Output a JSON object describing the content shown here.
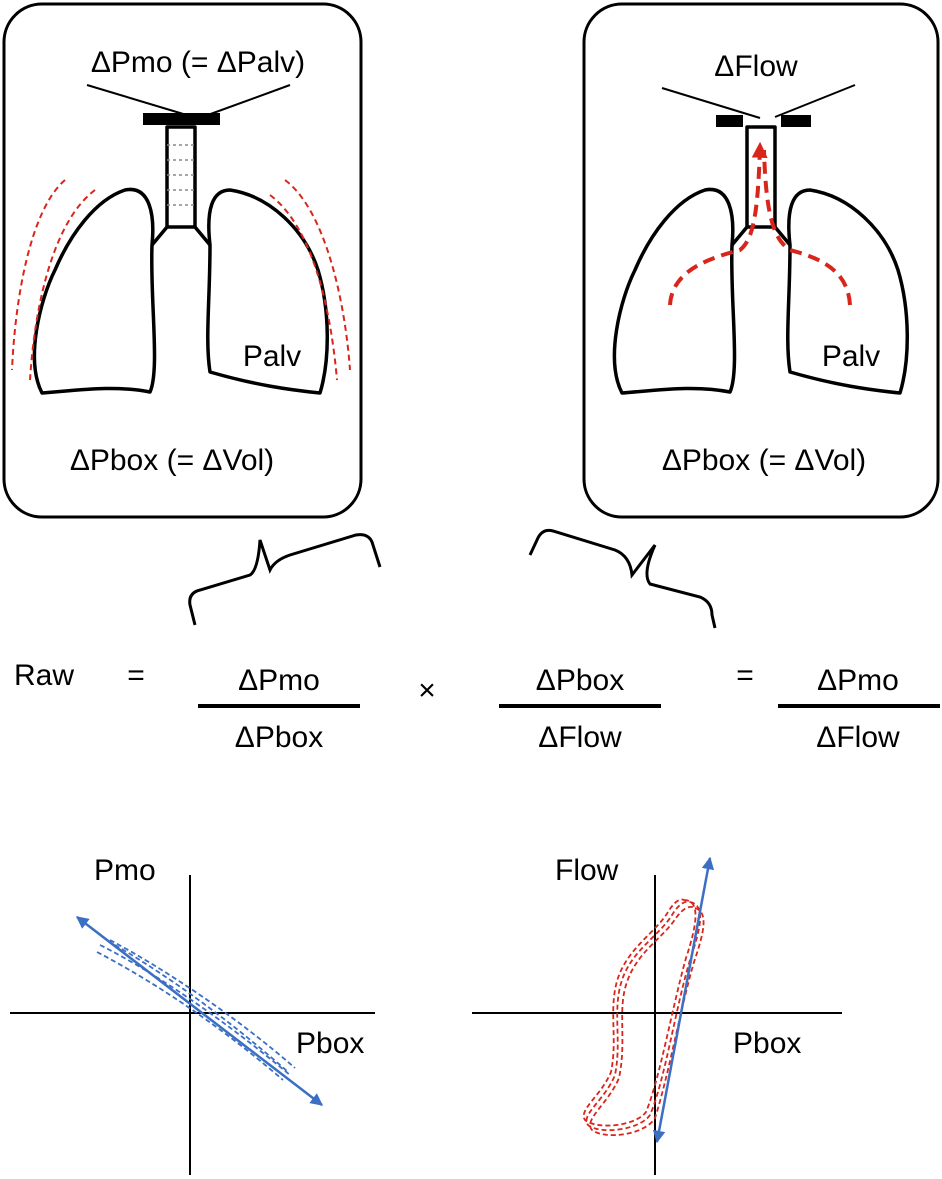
{
  "panel_left": {
    "top_label": "ΔPmo (= ΔPalv)",
    "lung_label": "Palv",
    "bottom_label": "ΔPbox (= ΔVol)"
  },
  "panel_right": {
    "top_label": "ΔFlow",
    "lung_label": "Palv",
    "bottom_label": "ΔPbox (= ΔVol)"
  },
  "equation": {
    "lhs": "Raw",
    "eq1": "=",
    "frac1_num": "ΔPmo",
    "frac1_den": "ΔPbox",
    "times": "×",
    "frac2_num": "ΔPbox",
    "frac2_den": "ΔFlow",
    "eq2": "=",
    "frac3_num": "ΔPmo",
    "frac3_den": "ΔFlow"
  },
  "plot_left": {
    "y_label": "Pmo",
    "x_label": "Pbox"
  },
  "plot_right": {
    "y_label": "Flow",
    "x_label": "Pbox"
  },
  "colors": {
    "outline": "#000000",
    "red": "#d9261c",
    "blue": "#3b6fc4"
  }
}
